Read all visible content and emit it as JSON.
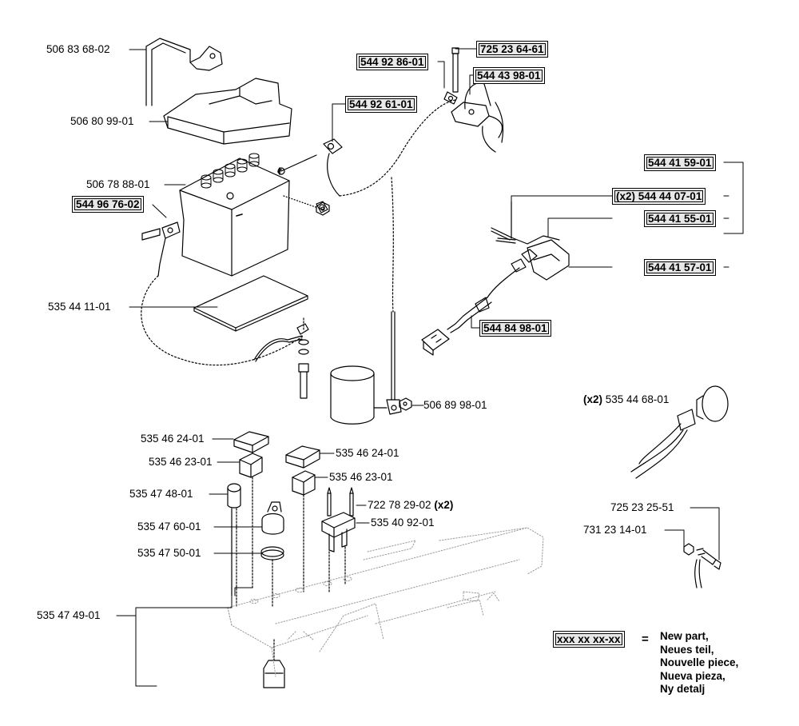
{
  "parts": {
    "p01": "506 83 68-02",
    "p02": "506 80 99-01",
    "p03": "506 78 88-01",
    "p04": "544 96 76-02",
    "p05": "535 44 11-01",
    "p06": "725 23 64-61",
    "p07": "544 92 86-01",
    "p08": "544 43 98-01",
    "p09": "544 92 61-01",
    "p10": "544 41 59-01",
    "p11": "(x2) 544 44 07-01",
    "p12": "544 41 55-01",
    "p13": "544 41 57-01",
    "p14": "544 84 98-01",
    "p15": "506 89 98-01",
    "p16": "(x2)",
    "p16b": "535 44 68-01",
    "p17": "535 46 24-01",
    "p18": "535 46 23-01",
    "p19": "535 46 24-01",
    "p20": "535 47 48-01",
    "p21": "535 46 23-01",
    "p22": "722 78 29-02",
    "p22b": "(x2)",
    "p23": "535 47 60-01",
    "p24": "535 40 92-01",
    "p25": "535 47 50-01",
    "p26": "535 47 49-01",
    "p27": "725 23 25-51",
    "p28": "731 23 14-01"
  },
  "legend": {
    "symbol": "xxx xx xx-xx",
    "equals": "=",
    "lines": [
      "New part,",
      "Neues teil,",
      "Nouvelle piece,",
      "Nueva pieza,",
      "Ny detalj"
    ]
  },
  "colors": {
    "line": "#000000",
    "new_part_fill": "#e8e8e8",
    "ghost": "#9a9a9a"
  }
}
